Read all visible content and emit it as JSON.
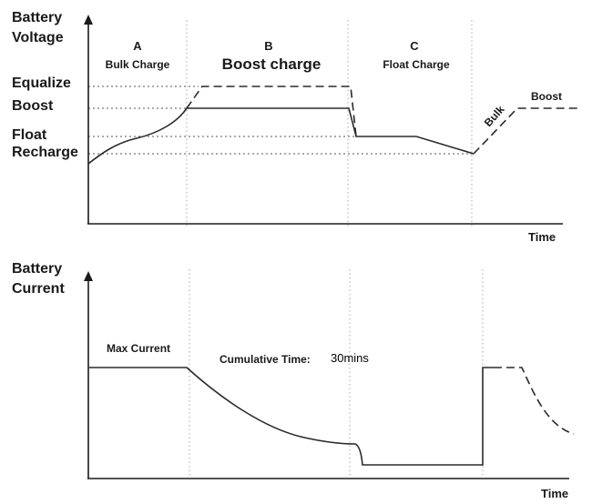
{
  "voltage_chart": {
    "y_axis_label_line1": "Battery",
    "y_axis_label_line2": "Voltage",
    "x_axis_label": "Time",
    "levels": {
      "equalize": "Equalize",
      "boost": "Boost",
      "float": "Float",
      "recharge": "Recharge"
    },
    "stages": [
      {
        "letter": "A",
        "name": "Bulk Charge"
      },
      {
        "letter": "B",
        "name": "Boost charge"
      },
      {
        "letter": "C",
        "name": "Float Charge"
      }
    ],
    "restart_labels": {
      "bulk": "Bulk",
      "boost": "Boost"
    }
  },
  "current_chart": {
    "y_axis_label_line1": "Battery",
    "y_axis_label_line2": "Current",
    "x_axis_label": "Time",
    "max_current_label": "Max Current",
    "cumulative_time_label": "Cumulative Time:",
    "cumulative_time_value": "30mins"
  }
}
